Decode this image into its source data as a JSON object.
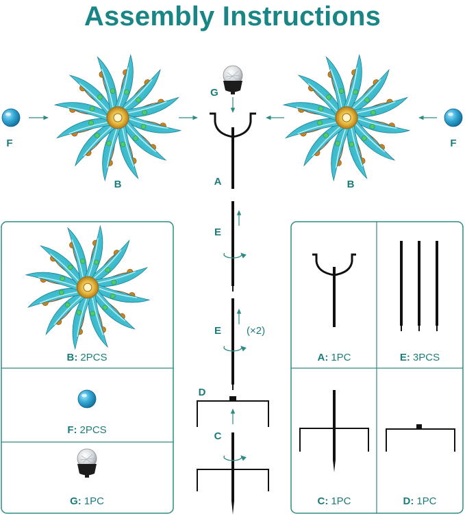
{
  "title": "Assembly Instructions",
  "colors": {
    "accent": "#1a8585",
    "border": "#2c8a82",
    "petal_light": "#8fe0ea",
    "petal_dark": "#2fb6c9",
    "center": "#e6b83c",
    "rod": "#111111",
    "ball": "#33a7d4"
  },
  "icons": [
    "pinwheel-spinner-icon",
    "blue-ball-icon",
    "solar-light-icon",
    "stake-rod-icon",
    "rotate-arrow-icon",
    "arrow-icon"
  ],
  "diagram": {
    "labels": {
      "f_left": "F",
      "b_left": "B",
      "g_top": "G",
      "a_center": "A",
      "b_right": "B",
      "f_right": "F",
      "e_first": "E",
      "e_second": "E",
      "repeat": "(×2)",
      "d_center": "D",
      "c_center": "C"
    }
  },
  "parts_left": [
    {
      "letter": "B:",
      "qty": "2PCS"
    },
    {
      "letter": "F:",
      "qty": "2PCS"
    },
    {
      "letter": "G:",
      "qty": "1PC"
    }
  ],
  "parts_right": [
    {
      "letter": "A:",
      "qty": "1PC"
    },
    {
      "letter": "E:",
      "qty": "3PCS"
    },
    {
      "letter": "C:",
      "qty": "1PC"
    },
    {
      "letter": "D:",
      "qty": "1PC"
    }
  ]
}
